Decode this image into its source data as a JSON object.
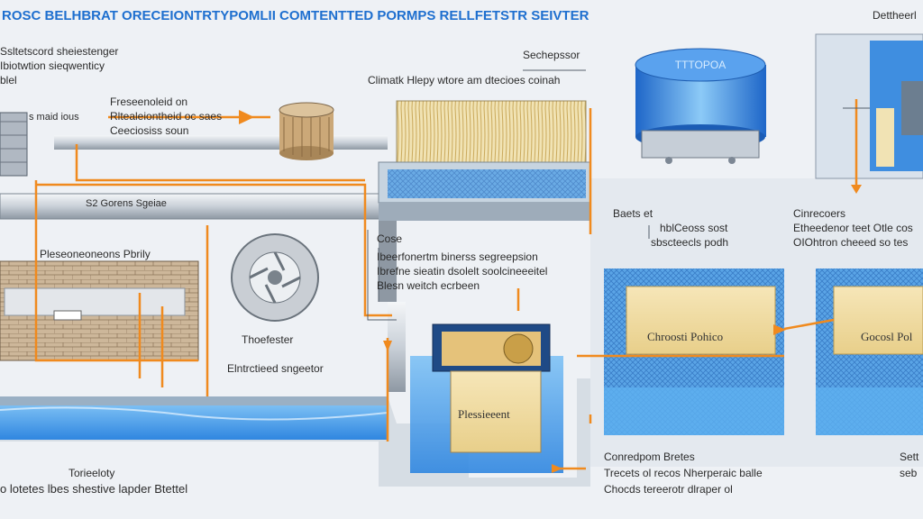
{
  "title": "ROSC BELHBRAT ORECEIONTRTYPOMLII COMTENTTED PORMPS RELLFETSTR SEIVTER",
  "tank_label": "TTTOPOA",
  "labels": {
    "top_right": "Dettheerl",
    "left1_line1": "Ssltetscord sheiestenger",
    "left1_line2": "Ibiotwtion sieqwenticy",
    "left1_line3": "blel",
    "small_left": "s maid ious",
    "mid_top1": "Freseenoleid on",
    "mid_top2": "Rltealeiontheid oc saes",
    "mid_top3": "Ceeciosiss soun",
    "sechepsor": "Sechepssor",
    "climate": "Climatk Hlepy wtore am dtecioes coinah",
    "pipe_label": "S2 Gorens    Sgeiae",
    "pressure_pump": "Pleseoneoneons Pbrily",
    "cose": "Cose",
    "mid1": "Ibeerfonertm binerss segreepsion",
    "mid2": "Ibrefne sieatin dsolelt soolcineeeitel",
    "mid3": "Blesn weitch ecrbeen",
    "thoesier": "Thoefester",
    "elements": "Elntrctieed sngeetor",
    "bottom_left1": "Torieeloty",
    "bottom_left2": "o lotetes lbes shestive lapder Btettel",
    "pressure_box": "Plessieeent",
    "bare_et": "Baets et",
    "bare_sub1": "hblCeoss sost",
    "bare_sub2": "sbscteecls podh",
    "right_top1": "Cinrecoers",
    "right_top2": "Etheedenor teet  Otle cos",
    "right_top3": "OIOhtron cheeed so tes",
    "chroosil": "Chroosti Pohico",
    "gocosel": "Gocosl Pol",
    "components": "Conredpom Bretes",
    "comp_sub1": "Trecets ol recos  Nherperaic balle",
    "comp_sub2": "Chocds tereerotr dlraper ol",
    "right_bottom1": "Sett",
    "right_bottom2": "seb"
  }
}
